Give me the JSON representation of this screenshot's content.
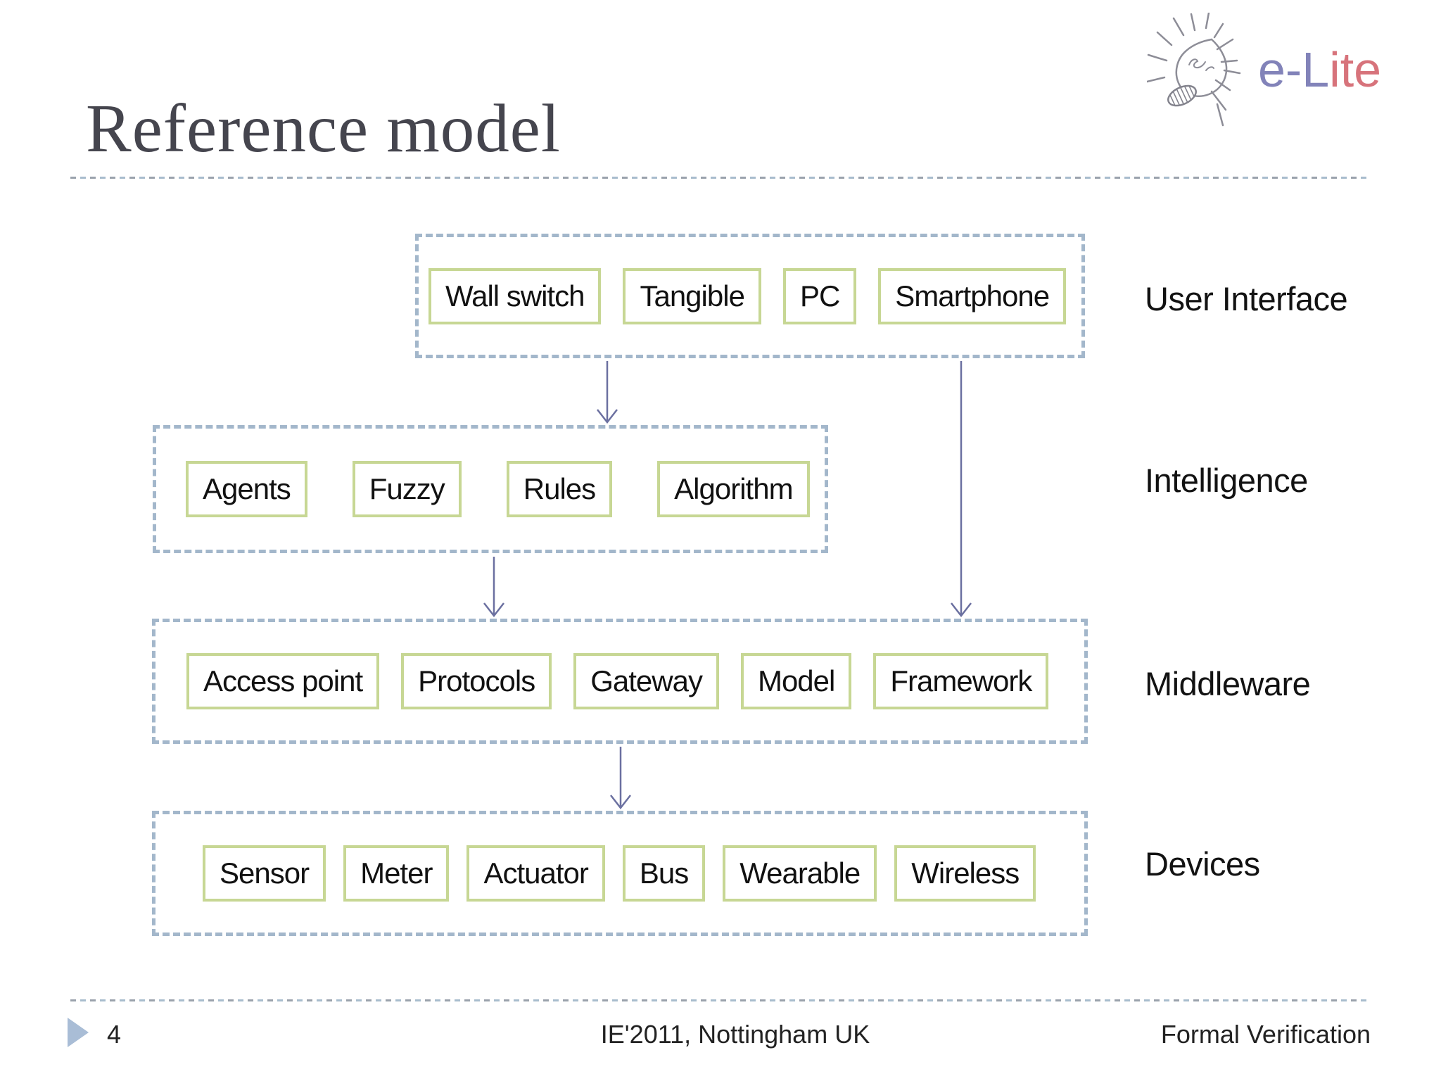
{
  "brand": {
    "name_primary": "e-L",
    "name_secondary": "ite"
  },
  "slide": {
    "title": "Reference model"
  },
  "layers": [
    {
      "name": "User Interface",
      "boxes": [
        "Wall switch",
        "Tangible",
        "PC",
        "Smartphone"
      ]
    },
    {
      "name": "Intelligence",
      "boxes": [
        "Agents",
        "Fuzzy",
        "Rules",
        "Algorithm"
      ]
    },
    {
      "name": "Middleware",
      "boxes": [
        "Access point",
        "Protocols",
        "Gateway",
        "Model",
        "Framework"
      ]
    },
    {
      "name": "Devices",
      "boxes": [
        "Sensor",
        "Meter",
        "Actuator",
        "Bus",
        "Wearable",
        "Wireless"
      ]
    }
  ],
  "footer": {
    "page_number": "4",
    "conference": "IE'2011, Nottingham UK",
    "topic": "Formal Verification"
  },
  "colors": {
    "titleColor": "#45454e",
    "dashBorder": "#a3b7cb",
    "boxBorder": "#c7d794",
    "arrow": "#6b70a0",
    "brandPurple": "#8283b9",
    "brandRed": "#d7737b",
    "triangle": "#a9bdd6"
  }
}
